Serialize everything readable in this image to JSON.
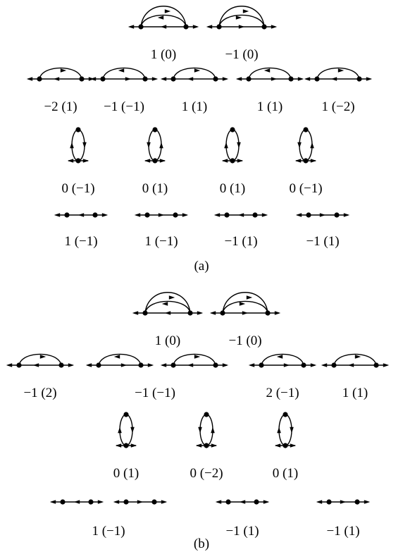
{
  "panel_a": {
    "caption": "(a)",
    "rows": [
      {
        "kind": "double-arc",
        "labels": [
          "1  (0)",
          "−1  (0)"
        ]
      },
      {
        "kind": "single-arc",
        "labels": [
          "−2  (1)",
          "−1  (−1)",
          "1  (1)",
          "1  (1)",
          "1  (−2)"
        ]
      },
      {
        "kind": "tadpole",
        "labels": [
          "0  (−1)",
          "0  (1)",
          "0  (1)",
          "0  (−1)"
        ]
      },
      {
        "kind": "line",
        "labels": [
          "1  (−1)",
          "1  (−1)",
          "−1  (1)",
          "−1  (1)"
        ]
      }
    ]
  },
  "panel_b": {
    "caption": "(b)",
    "rows": [
      {
        "kind": "double-arc",
        "labels": [
          "1  (0)",
          "−1  (0)"
        ]
      },
      {
        "kind": "single-arc",
        "labels": [
          "−1  (2)",
          "−1  (−1)",
          "2  (−1)",
          "1  (1)"
        ]
      },
      {
        "kind": "tadpole",
        "labels": [
          "0  (1)",
          "0  (−2)",
          "0  (1)"
        ]
      },
      {
        "kind": "line",
        "labels": [
          "1  (−1)",
          "−1  (1)",
          "−1  (1)"
        ]
      }
    ]
  }
}
